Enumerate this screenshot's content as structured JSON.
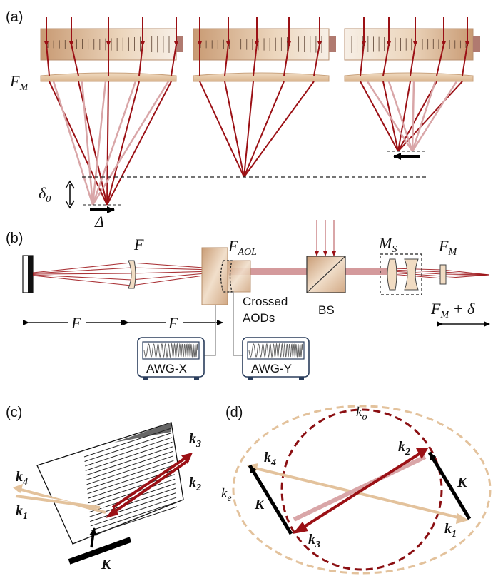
{
  "panels": {
    "a": "(a)",
    "b": "(b)",
    "c": "(c)",
    "d": "(d)"
  },
  "panel_a": {
    "fm_main": "F",
    "fm_sub": "M",
    "delta0_main": "δ",
    "delta0_sub": "0",
    "Delta": "Δ"
  },
  "panel_b": {
    "F_lens": "F",
    "F_aol_main": "F",
    "F_aol_sub": "AOL",
    "crossed_1": "Crossed",
    "crossed_2": "AODs",
    "bs": "BS",
    "ms_main": "M",
    "ms_sub": "S",
    "fm_main": "F",
    "fm_sub": "M",
    "dist_F1": "F",
    "dist_F2": "F",
    "fm_delta": "F",
    "fm_delta_sub": "M",
    "fm_delta_rest": " + δ",
    "awg_x": "AWG-X",
    "awg_y": "AWG-Y"
  },
  "panel_c": {
    "k4": "k",
    "k4_sub": "4",
    "k1": "k",
    "k1_sub": "1",
    "k3": "k",
    "k3_sub": "3",
    "k2": "k",
    "k2_sub": "2",
    "K": "K"
  },
  "panel_d": {
    "ko": "k",
    "ko_sub": "o",
    "ke": "k",
    "ke_sub": "e",
    "k2": "k",
    "k2_sub": "2",
    "k4": "k",
    "k4_sub": "4",
    "k3": "k",
    "k3_sub": "3",
    "k1": "k",
    "k1_sub": "1",
    "K_left": "K",
    "K_right": "K"
  },
  "colors": {
    "ray_dark": "#9b1015",
    "ray_light": "#d9a6a8",
    "device_tan": "#dcbb98",
    "ellipse_tan": "#e3c29c",
    "circle_red": "#8b0f12"
  }
}
